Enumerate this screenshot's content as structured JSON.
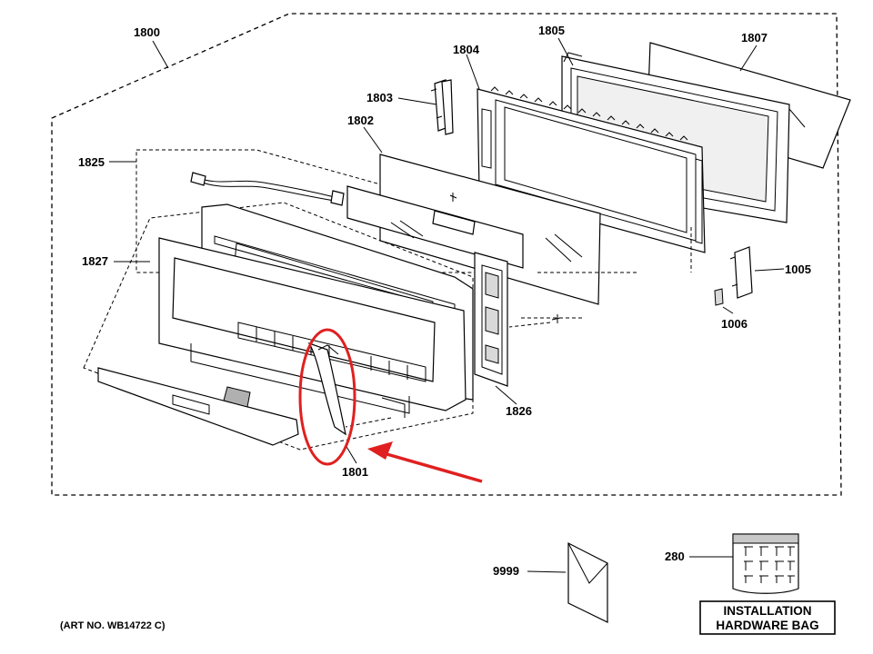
{
  "diagram": {
    "art_number": "(ART NO. WB14722 C)",
    "labels": {
      "l1800": "1800",
      "l1805": "1805",
      "l1807": "1807",
      "l1804": "1804",
      "l1803": "1803",
      "l1802": "1802",
      "l1825": "1825",
      "l1827": "1827",
      "l1005": "1005",
      "l1006": "1006",
      "l1826": "1826",
      "l1801": "1801",
      "l9999": "9999",
      "l280": "280"
    },
    "bag_label": {
      "line1": "INSTALLATION",
      "line2": "HARDWARE BAG"
    },
    "highlight_color": "#e02020"
  }
}
